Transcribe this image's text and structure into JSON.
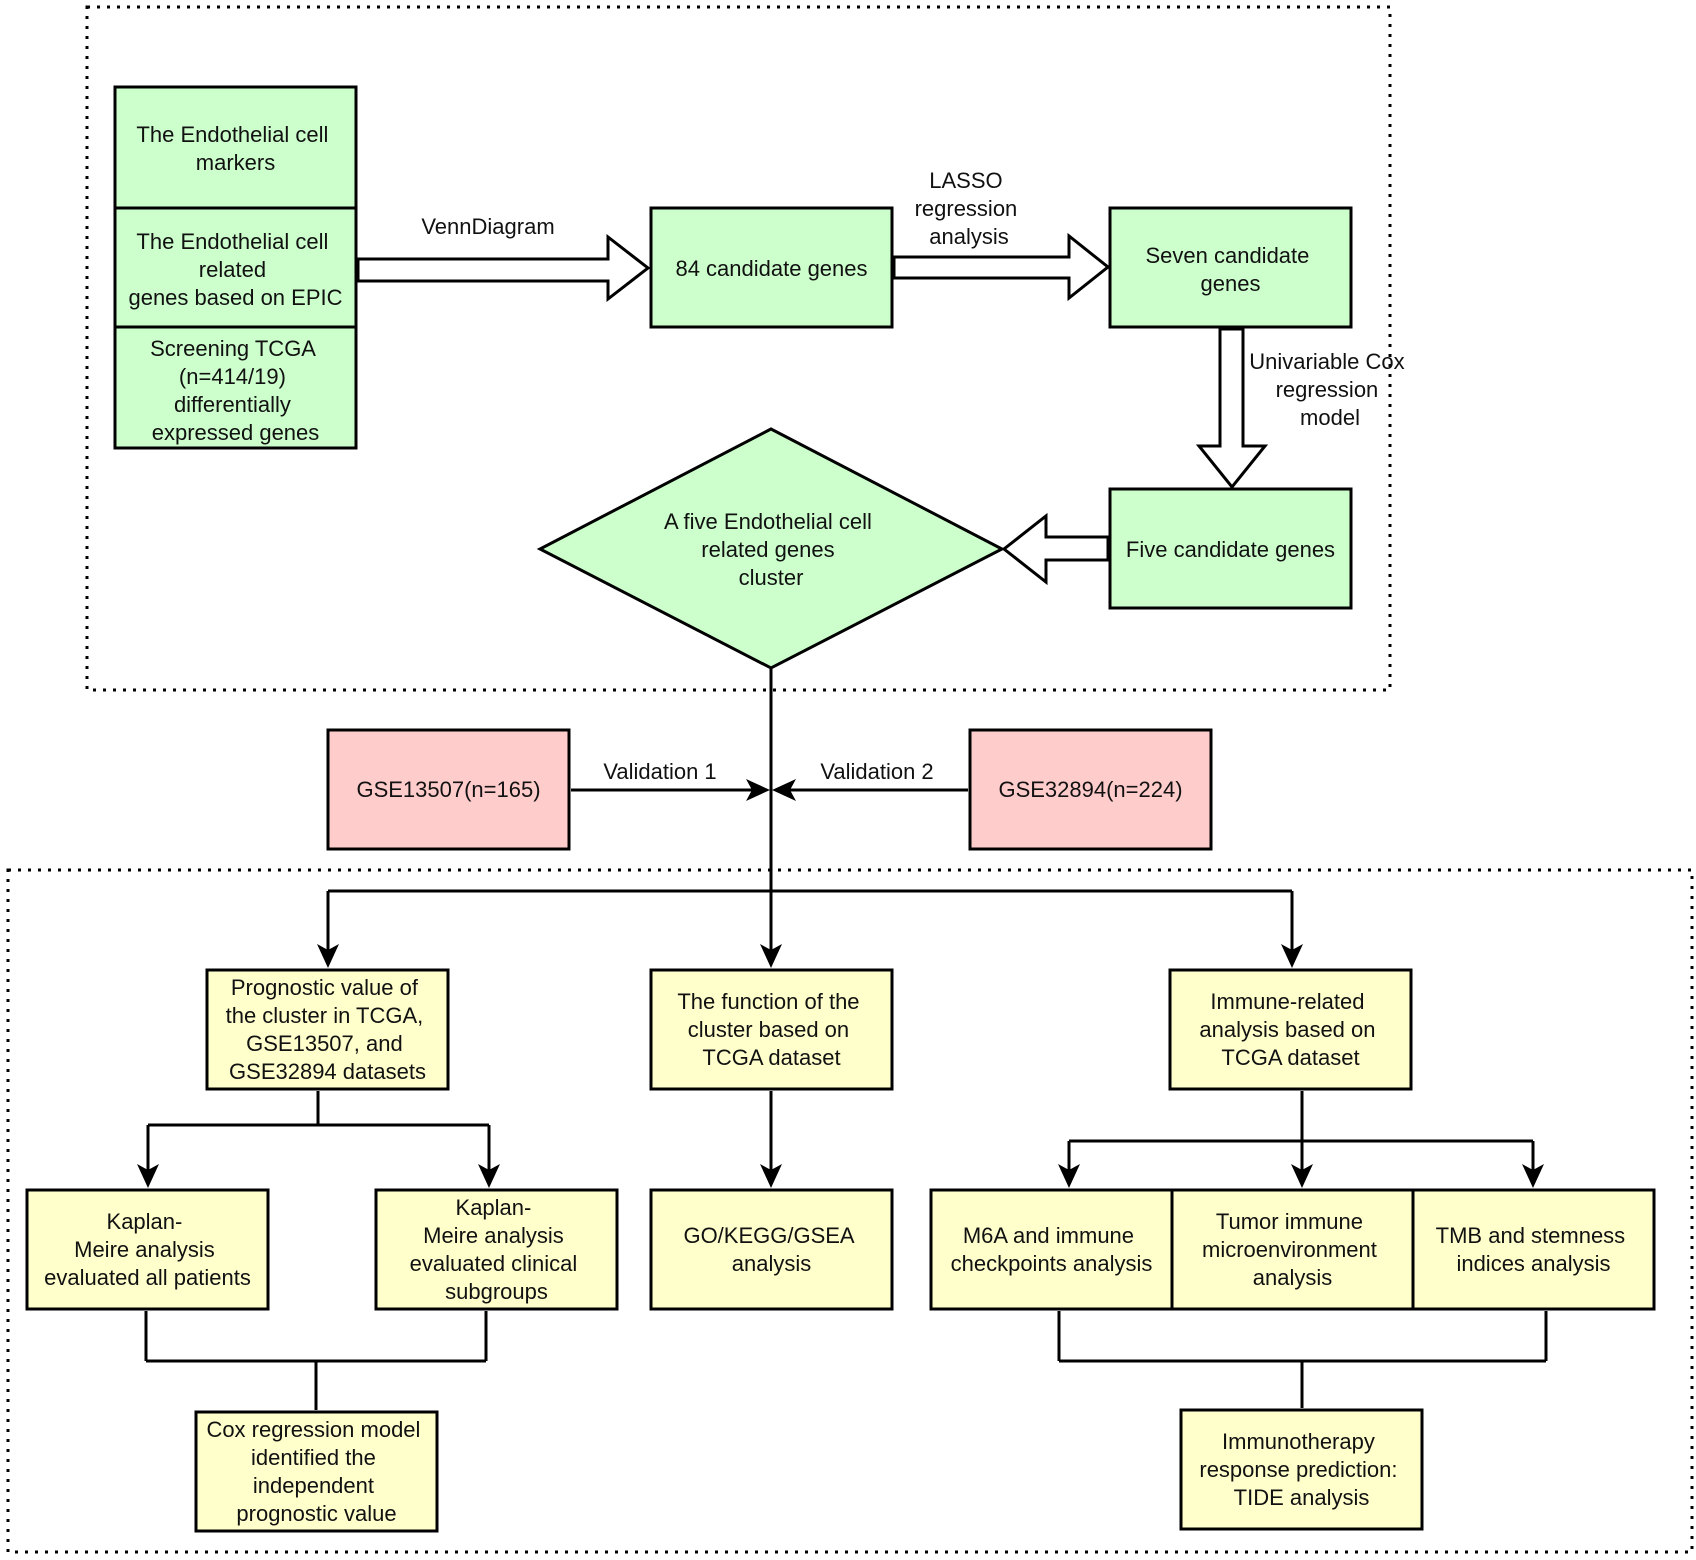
{
  "top_section": {
    "marker_box": [
      "The Endothelial cell",
      "markers"
    ],
    "epic_box": [
      "The Endothelial cell",
      "related",
      "genes based on EPIC"
    ],
    "tcga_box": [
      "Screening TCGA",
      "(n=414/19)",
      "differentially",
      "expressed genes"
    ],
    "venn_label": "VennDiagram",
    "candidates_84": "84 candidate genes",
    "lasso_label": [
      "LASSO",
      "regression",
      "analysis"
    ],
    "seven_box": [
      "Seven candidate",
      "genes"
    ],
    "cox_label": [
      "Univariable Cox",
      "regression",
      "model"
    ],
    "five_box": "Five candidate genes",
    "cluster_diamond": [
      "A five Endothelial cell",
      "related genes",
      "cluster"
    ]
  },
  "validation": {
    "gse13507": "GSE13507(n=165)",
    "gse32894": "GSE32894(n=224)",
    "label_1": "Validation 1",
    "label_2": "Validation 2"
  },
  "bottom_section": {
    "prognostic_box": [
      "Prognostic value of",
      "the cluster in TCGA,",
      "GSE13507, and",
      "GSE32894 datasets"
    ],
    "function_box": [
      "The function of the",
      "cluster based on",
      "TCGA dataset"
    ],
    "immune_box": [
      "Immune-related",
      "analysis based on",
      "TCGA dataset"
    ],
    "km_all_box": [
      "Kaplan-",
      "Meire analysis",
      "evaluated all patients"
    ],
    "km_sub_box": [
      "Kaplan-",
      "Meire analysis",
      "evaluated clinical",
      "subgroups"
    ],
    "cox_box": [
      "Cox regression model",
      "identified the",
      "independent",
      "prognostic value"
    ],
    "go_box": [
      "GO/KEGG/GSEA",
      "analysis"
    ],
    "m6a_box": [
      "M6A and immune",
      "checkpoints analysis"
    ],
    "tme_box": [
      "Tumor immune",
      "microenvironment",
      "analysis"
    ],
    "tmb_box": [
      "TMB and stemness",
      "indices analysis"
    ],
    "tide_box": [
      "Immunotherapy",
      "response prediction:",
      "TIDE analysis"
    ]
  },
  "colors": {
    "green": "#ccffcc",
    "pink": "#ffcccc",
    "yellow": "#ffffcc"
  }
}
